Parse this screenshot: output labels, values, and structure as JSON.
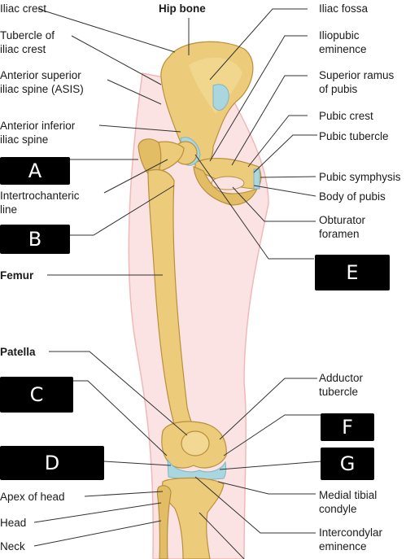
{
  "figure": {
    "title": "Hip bone",
    "labels_left": {
      "iliac_crest": "Iliac crest",
      "tubercle": "Tubercle of\niliac crest",
      "asis": "Anterior superior\niliac spine (ASIS)",
      "aiis": "Anterior inferior\niliac spine",
      "intertrochanteric": "Intertrochanteric\nline",
      "femur": "Femur",
      "patella": "Patella",
      "apex": "Apex of head",
      "head": "Head",
      "neck": "Neck"
    },
    "labels_right": {
      "iliac_fossa": "Iliac fossa",
      "iliopubic": "Iliopubic\neminence",
      "superior_ramus": "Superior ramus\nof pubis",
      "pubic_crest": "Pubic crest",
      "pubic_tubercle": "Pubic tubercle",
      "pubic_symphysis": "Pubic symphysis",
      "body_pubis": "Body of pubis",
      "obturator": "Obturator\nforamen",
      "adductor": "Adductor\ntubercle",
      "medial_tibial": "Medial tibial\ncondyle",
      "intercondylar": "Intercondylar\neminence"
    },
    "answer_boxes": {
      "a": "A",
      "b": "B",
      "c": "C",
      "d": "D",
      "e": "E",
      "f": "F",
      "g": "G"
    },
    "colors": {
      "bone": "#eccb7a",
      "bone_shadow": "#c9a24a",
      "cartilage": "#a9d6df",
      "skin": "#fbe3e3",
      "leader_line": "#333333"
    }
  }
}
